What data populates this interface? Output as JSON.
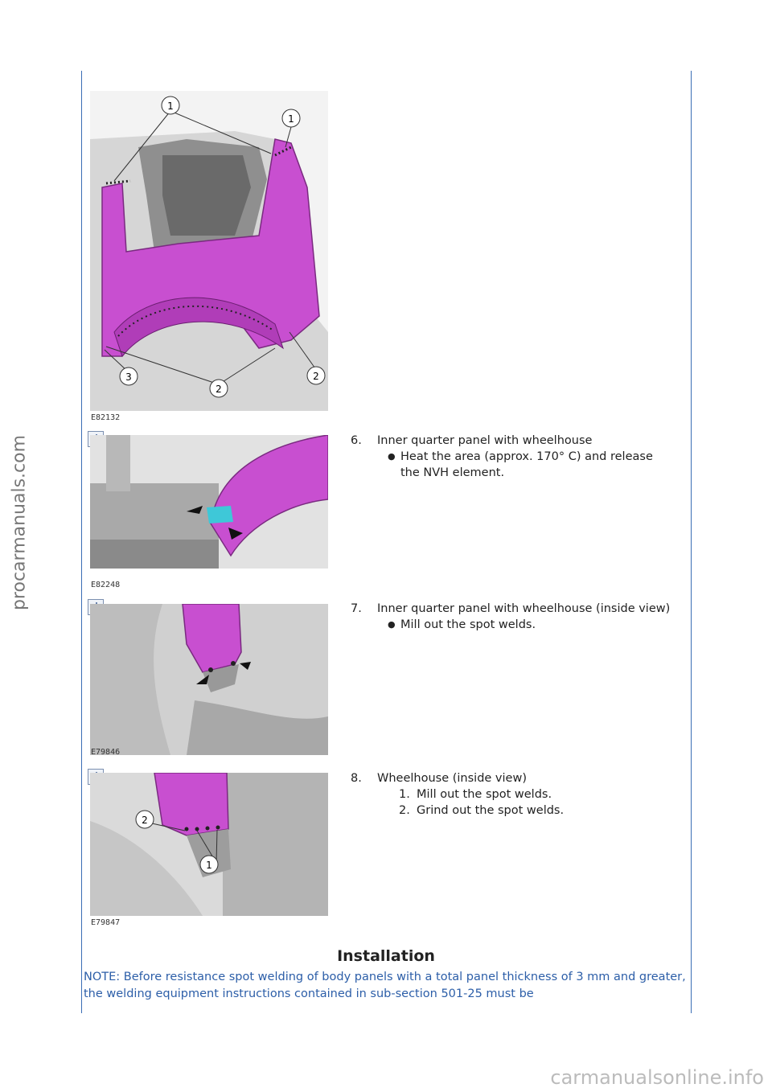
{
  "watermarks": {
    "left": "procarmanuals.com",
    "bottom": "carmanualsonline.info"
  },
  "figures": [
    {
      "code": "E82132",
      "callouts": [
        "1",
        "1",
        "2",
        "2",
        "3"
      ]
    },
    {
      "code": "E82248"
    },
    {
      "code": "E79846"
    },
    {
      "code": "E79847",
      "callouts": [
        "2",
        "1"
      ]
    }
  ],
  "steps": [
    {
      "number": "6.",
      "title": "Inner quarter panel with wheelhouse",
      "bullets": [
        "Heat the area (approx. 170° C) and release the NVH element."
      ]
    },
    {
      "number": "7.",
      "title": "Inner quarter panel with wheelhouse (inside view)",
      "bullets": [
        "Mill out the spot welds."
      ]
    },
    {
      "number": "8.",
      "title": "Wheelhouse (inside view)",
      "substeps": [
        {
          "n": "1.",
          "text": "Mill out the spot welds."
        },
        {
          "n": "2.",
          "text": "Grind out the spot welds."
        }
      ]
    }
  ],
  "section": {
    "heading": "Installation",
    "note": "NOTE: Before resistance spot welding of body panels with a total panel thickness of 3 mm and greater, the welding equipment instructions contained in sub-section 501-25 must be"
  },
  "colors": {
    "rule": "#3a6db5",
    "note_text": "#2c5ea8",
    "highlight_magenta": "#c84fd0",
    "highlight_cyan": "#3ec8d8"
  }
}
